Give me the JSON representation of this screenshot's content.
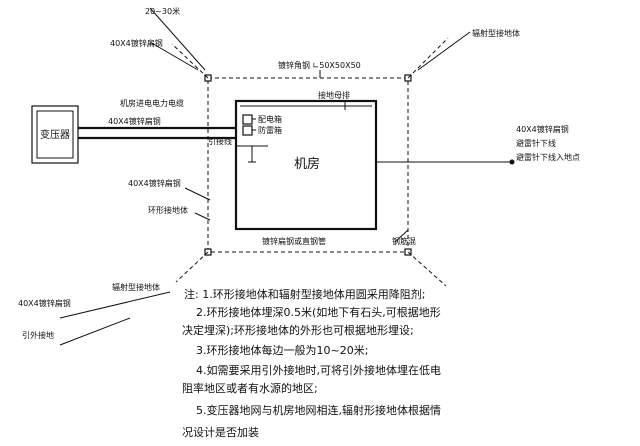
{
  "labels": {
    "spacing": "20~30米",
    "radial_top_right": "辐射型接地体",
    "strip_top_left": "40X4镀锌扁钢",
    "angle_steel": "镀锌角钢 ∟50X50X50",
    "power_cable": "机房进电电力电缆",
    "strip_left_mid": "40X4镀锌扁钢",
    "transformer": "变压器",
    "surge_box_1": "配电箱",
    "surge_box_2": "防雷箱",
    "lead_wire": "引接线",
    "room": "机房",
    "strip_right": "40X4镀锌扁钢",
    "downlead_1": "避雷针下线",
    "downlead_2": "避雷针下线入地点",
    "strip_left_lower": "40X4镀锌扁钢",
    "ring_ground": "环形接地体",
    "steel_column": "钢筋混",
    "wall_strip": "镀锌扁钢或直钢管",
    "radial_bottom_left": "辐射型接地体",
    "strip_bottom_left": "40X4镀锌扁钢",
    "external_ground": "引外接地",
    "top_bar_label": "接地母排"
  },
  "notes": [
    "注: 1.环形接地体和辐射型接地体用圆采用降阻剂;",
    "2.环形接地体埋深0.5米(如地下有石头,可根据地形",
    "决定埋深);环形接地体的外形也可根据地形埋设;",
    "3.环形接地体每边一般为10~20米;",
    "4.如需要采用引外接地时,可将引外接地体埋在低电",
    "阻率地区或者有水源的地区;",
    "5.变压器地网与机房地网相连,辐射形接地体根据情",
    "况设计是否加装"
  ]
}
